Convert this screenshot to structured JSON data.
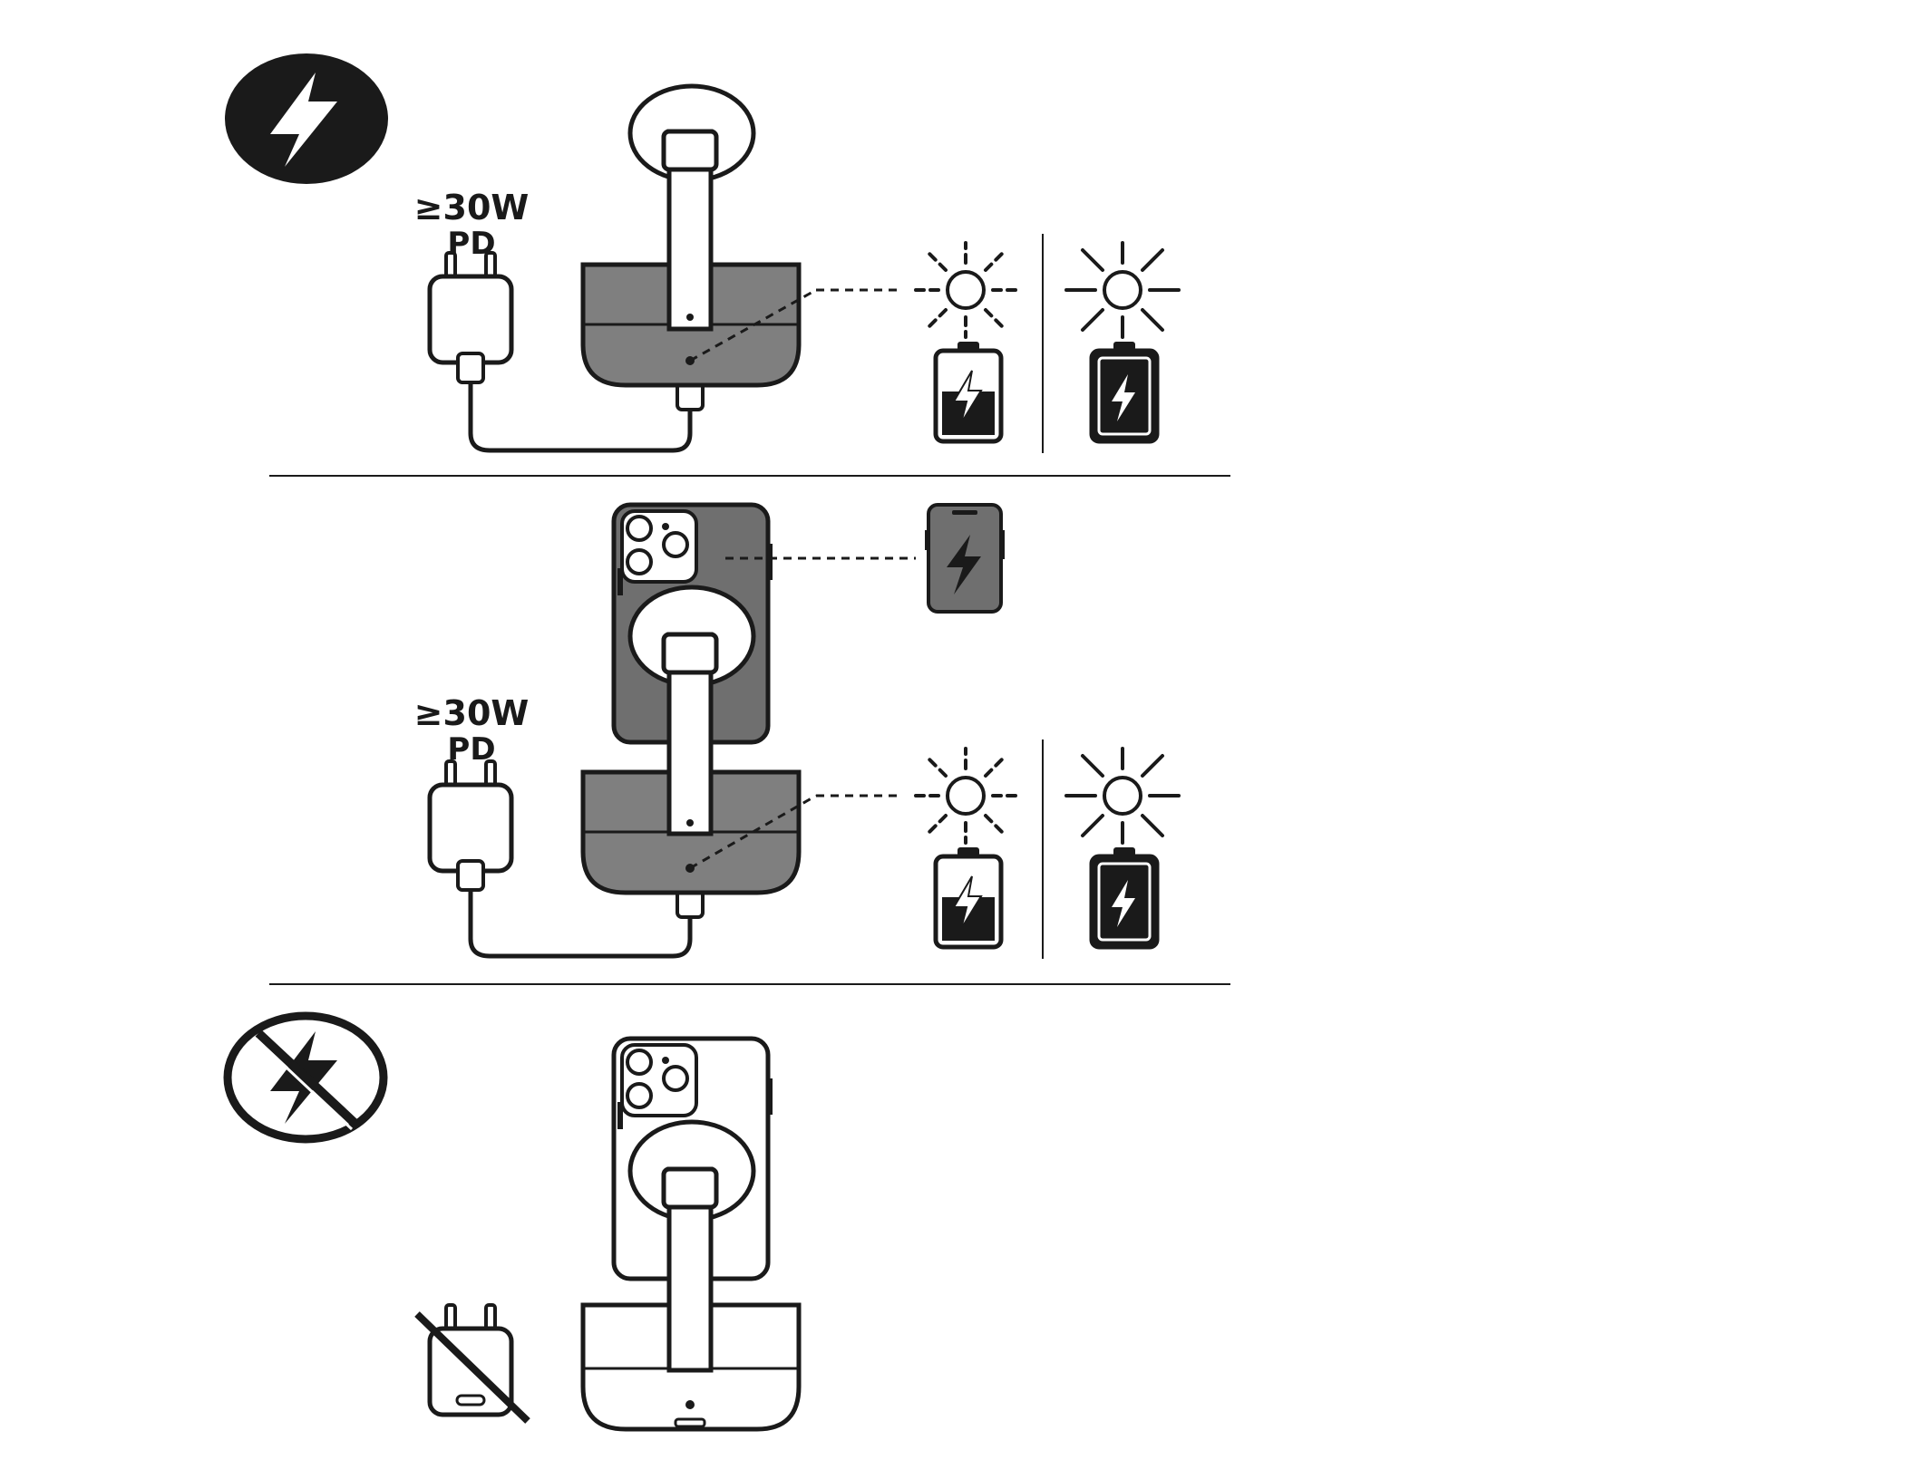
{
  "colors": {
    "ink": "#1a1a1a",
    "base_fill": "#7f7f7f",
    "phone_fill": "#6f6f6f",
    "battery_fill": "#1a1a1a",
    "paper": "#ffffff"
  },
  "sections": [
    {
      "status_icon": "charging-bolt-icon",
      "requirement": {
        "line1": "≥30W",
        "line2": "PD"
      },
      "device_on_stand": "none",
      "led_states": [
        "battery-charging-led-blinking",
        "battery-full-led-solid"
      ]
    },
    {
      "status_icon": "none",
      "requirement": {
        "line1": "≥30W",
        "line2": "PD"
      },
      "device_on_stand": "phone",
      "phone_status_icon": "phone-charging-icon",
      "led_states": [
        "battery-charging-led-blinking",
        "battery-full-led-solid"
      ]
    },
    {
      "status_icon": "no-charging-icon",
      "requirement": null,
      "device_on_stand": "phone",
      "adapter_state": "adapter-not-connected"
    }
  ]
}
